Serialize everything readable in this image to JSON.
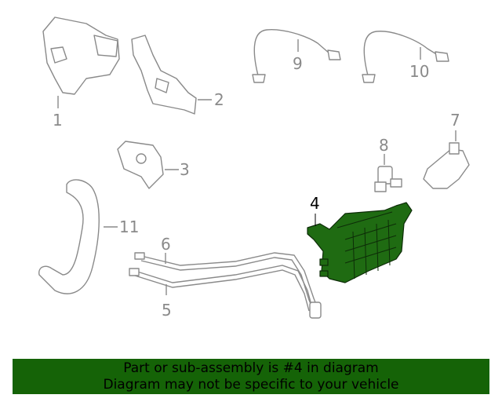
{
  "diagram": {
    "callouts": [
      {
        "label": "1"
      },
      {
        "label": "2"
      },
      {
        "label": "3"
      },
      {
        "label": "4"
      },
      {
        "label": "5"
      },
      {
        "label": "6"
      },
      {
        "label": "7"
      },
      {
        "label": "8"
      },
      {
        "label": "9"
      },
      {
        "label": "10"
      },
      {
        "label": "11"
      }
    ],
    "highlighted_part": "4",
    "highlight_color": "#1f6b12"
  },
  "banner": {
    "line1": "Part or sub-assembly is #4 in diagram",
    "line2": "Diagram may not be specific to your vehicle",
    "background": "#156307"
  }
}
